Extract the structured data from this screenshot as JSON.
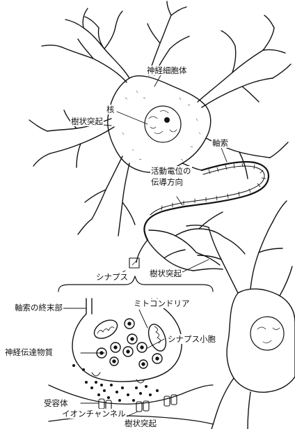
{
  "labels": {
    "soma": "神経細胞体",
    "nucleus": "核",
    "dendrite_top": "樹状突起",
    "axon": "軸索",
    "conduction_line1": "活動電位の",
    "conduction_line2": "伝導方向",
    "synapse": "シナプス",
    "dendrite_mid": "樹状突起",
    "axon_terminal": "軸索の終末部",
    "mitochondria": "ミトコンドリア",
    "vesicle": "シナプス小胞",
    "neurotransmitter": "神経伝達物質",
    "receptor": "受容体",
    "ion_channel": "イオンチャンネル",
    "dendrite_bottom": "樹状突起"
  },
  "colors": {
    "ink": "#111111",
    "background": "#ffffff"
  }
}
